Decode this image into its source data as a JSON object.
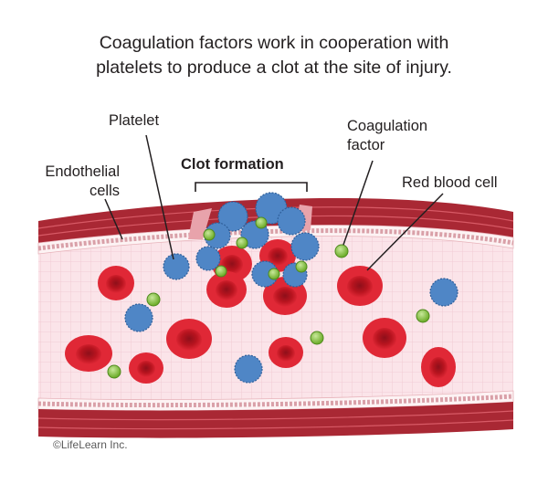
{
  "title": "Coagulation factors work in cooperation with\nplatelets to produce a clot at the site of injury.",
  "labels": {
    "endothelial": "Endothelial\ncells",
    "platelet": "Platelet",
    "clot": "Clot formation",
    "coag_factor": "Coagulation\nfactor",
    "rbc": "Red blood cell"
  },
  "copyright": "©LifeLearn Inc.",
  "colors": {
    "vessel_wall": "#b8323c",
    "vessel_lumen": "#fbe6ea",
    "red_blood_cell": "#d2202f",
    "platelet": "#4f86c6",
    "coag_factor": "#8dc63f"
  }
}
